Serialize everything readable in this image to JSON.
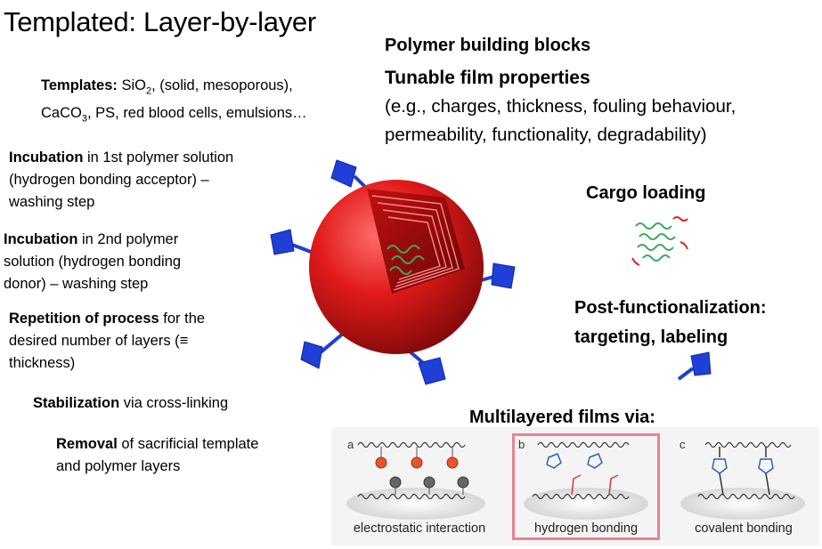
{
  "title": "Templated: Layer-by-layer",
  "templates": {
    "label": "Templates:",
    "text_1": " SiO",
    "sub_1": "2",
    "text_2": ", (solid, mesoporous),",
    "line_2a": "CaCO",
    "sub_2": "3",
    "line_2b": ", PS, red blood cells, emulsions…"
  },
  "steps": [
    {
      "bold": "Incubation",
      "lines": [
        " in 1st polymer solution",
        "(hydrogen bonding acceptor) –",
        "washing step"
      ]
    },
    {
      "bold": "Incubation",
      "lines": [
        " in 2nd polymer",
        "solution (hydrogen bonding",
        "donor) – washing step"
      ]
    },
    {
      "bold": "Repetition of process",
      "lines": [
        " for the",
        "desired number of layers (≡",
        "thickness)"
      ]
    },
    {
      "bold": "Stabilization",
      "lines": [
        " via cross-linking"
      ]
    },
    {
      "bold": "Removal",
      "lines": [
        " of sacrificial template",
        "and polymer layers"
      ]
    }
  ],
  "right": {
    "building_blocks": "Polymer building blocks",
    "tunable": "Tunable film properties",
    "props_line1": "(e.g., charges, thickness, fouling behaviour,",
    "props_line2": "permeability, functionality, degradability)",
    "cargo": "Cargo loading",
    "postfunc_line1": "Post-functionalization:",
    "postfunc_line2": "targeting, labeling"
  },
  "films": {
    "heading": "Multilayered films via:",
    "panels": [
      {
        "letter": "a",
        "caption": "electrostatic interaction"
      },
      {
        "letter": "b",
        "caption": "hydrogen bonding"
      },
      {
        "letter": "c",
        "caption": "covalent bonding"
      }
    ],
    "highlight_color": "#e8838f"
  },
  "colors": {
    "sphere": "#e01a1a",
    "ligand": "#1f3fd6",
    "cargo_green": "#3aa858",
    "cargo_red": "#d42a2a",
    "charge_pos": "#e4552e",
    "charge_neg": "#666666",
    "hbond_red": "#d43a3a",
    "ring_blue": "#2c62b8"
  }
}
